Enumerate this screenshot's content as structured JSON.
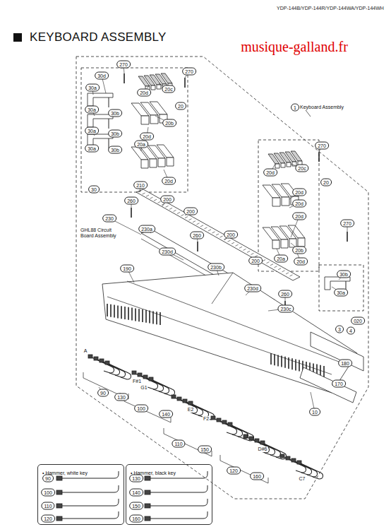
{
  "diagram": {
    "title": "KEYBOARD ASSEMBLY",
    "nodes": [
      {
        "text": [
          "• Hammer, white key"
        ]
      },
      {
        "text": [
          "• Hammer, black key"
        ]
      }
    ],
    "labels": [
      "YDP-144B/YDP-144R/YDP-144WA/YDP-144WH",
      "musique-galland.fr",
      "270",
      "270",
      "30d",
      "30a",
      "20d",
      "20c",
      "30a",
      "30b",
      "20",
      "20b",
      "20d",
      "30a",
      "30b",
      "20a",
      "30a",
      "30b",
      "20d",
      "30",
      "210",
      "1",
      "Keyboard Assembly",
      "270",
      "20d",
      "20c",
      "20",
      "20d",
      "20d",
      "20d",
      "270",
      "20b",
      "20a",
      "20d",
      "30b",
      "30a",
      "260",
      "200",
      "200",
      "230",
      "GHL88 Circuit Board Assembly",
      "230a",
      "260",
      "200",
      "230d",
      "230b",
      "200",
      "190",
      "230d",
      "260",
      "230c",
      "020",
      "3",
      "4",
      "180",
      "170",
      "10",
      "A",
      "90",
      "130",
      "F#1",
      "G1",
      "100",
      "140",
      "E2",
      "F2",
      "110",
      "150",
      "D#6",
      "C7",
      "120",
      "160",
      "90",
      "100",
      "110",
      "120",
      "130",
      "140",
      "150",
      "160"
    ]
  }
}
